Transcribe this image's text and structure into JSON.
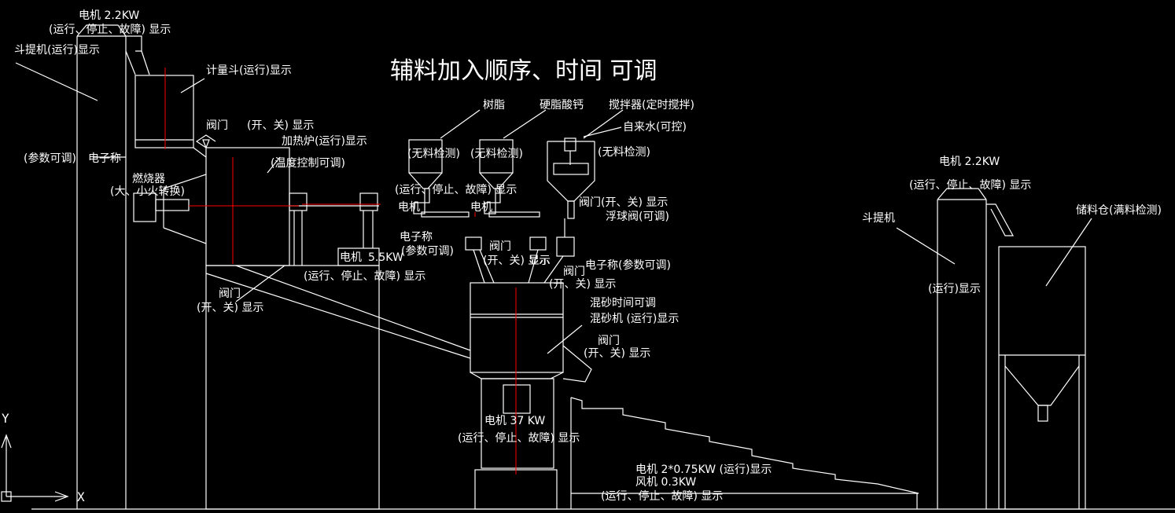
{
  "title": "辅料加入顺序、时间 可调",
  "colors": {
    "background": "#000000",
    "line": "#ffffff",
    "centerline": "#ff0000"
  },
  "axis_labels": {
    "y": "Y",
    "x": "X"
  },
  "left_elevator": {
    "motor_label": "电机 2.2KW",
    "motor_status": "(运行、停止、故障) 显示",
    "elevator_label": "斗提机(运行)显示"
  },
  "weigh_hopper": {
    "label": "计量斗(运行)显示",
    "scale_params": "(参数可调)",
    "scale_label": "电子称"
  },
  "heater_valve": {
    "label": "阀门",
    "state": "(开、关) 显示"
  },
  "heater": {
    "label": "加热炉(运行)显示",
    "temp_control": "(温度控制可调)",
    "burner_label": "燃烧器",
    "burner_mode": "(大、小火转换)"
  },
  "drive_motor": {
    "power": "5.5KW",
    "motor_label": "电机",
    "status": "(运行、停止、故障) 显示"
  },
  "bottom_valve": {
    "label": "阀门",
    "state": "(开、关) 显示"
  },
  "additives": {
    "resin_label": "树脂",
    "stearate_label": "硬脂酸钙",
    "no_material_1": "(无料检测)",
    "no_material_2": "(无料检测)",
    "no_material_3": "(无料检测)",
    "motor_status": "(运行、停止、故障) 显示",
    "motor_a": "电机",
    "motor_b": "电机",
    "scale_label": "电子称",
    "scale_params": "(参数可调)",
    "valve_a": "阀门",
    "valve_a_state": "(开、关) 显示",
    "valve_b_state": "显示"
  },
  "water": {
    "agitator_label": "搅拌器(定时搅拌)",
    "tap_water": "自来水(可控)",
    "valve_label": "阀门(开、关) 显示",
    "float_valve": "浮球阀(可调)",
    "scale_label": "电子称(参数可调)",
    "valve_b": "阀门",
    "valve_b_state": "(开、关) 显示"
  },
  "mixer": {
    "time_label": "混砂时间可调",
    "status_label": "混砂机 (运行)显示",
    "discharge_valve": "阀门",
    "discharge_state": "(开、关) 显示",
    "motor_label": "电机 37 KW",
    "motor_status": "(运行、停止、故障) 显示"
  },
  "cooler": {
    "motor_label": "电机  2*0.75KW   (运行)显示",
    "fan_label": "风机  0.3KW",
    "status": "(运行、停止、故障) 显示"
  },
  "right_elevator": {
    "motor_label": "电机 2.2KW",
    "motor_status": "(运行、停止、故障) 显示",
    "elevator_label": "斗提机",
    "run_status": "(运行)显示"
  },
  "storage": {
    "label": "储料仓(满料检测)"
  }
}
